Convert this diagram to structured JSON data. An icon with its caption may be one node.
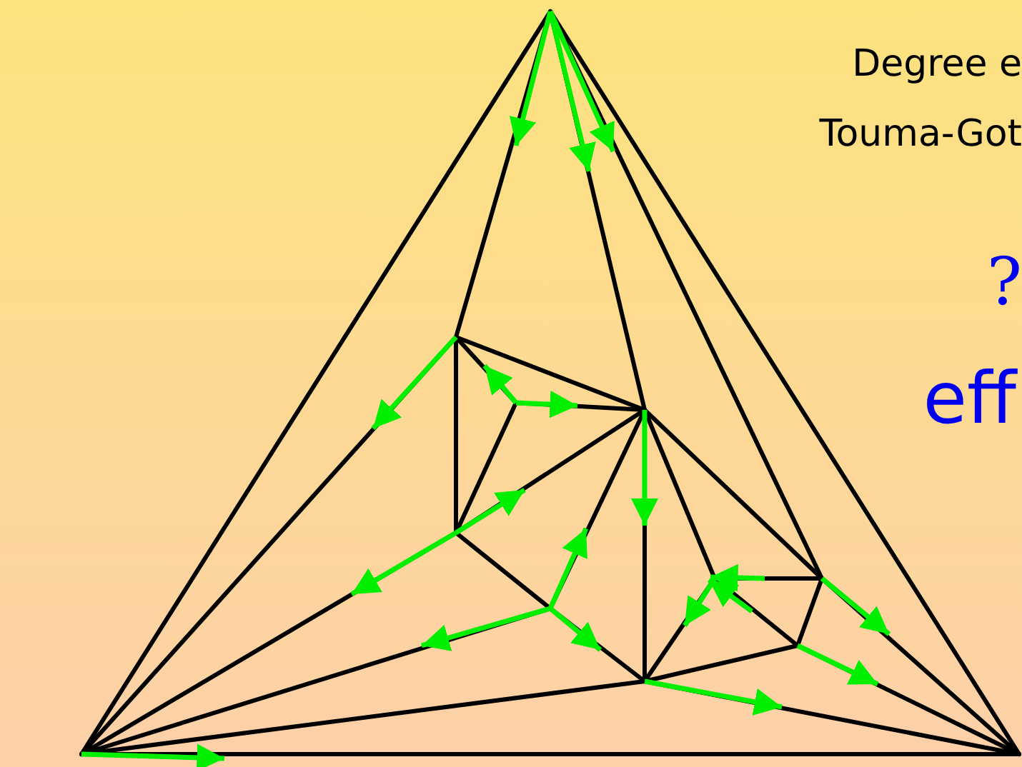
{
  "diagram": {
    "labels": [
      "Degree e",
      "Touma-Got",
      "?",
      "eff"
    ]
  }
}
